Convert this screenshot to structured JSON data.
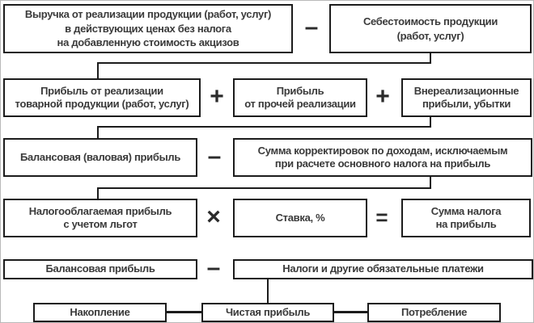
{
  "boxes": {
    "revenue": {
      "lines": [
        "Выручка от реализации продукции (работ, услуг)",
        "в действующих ценах без налога",
        "на добавленную стоимость акцизов"
      ]
    },
    "cost": {
      "lines": [
        "Себестоимость продукции",
        "(работ, услуг)"
      ]
    },
    "sales_profit": {
      "lines": [
        "Прибыль от реализации",
        "товарной продукции (работ, услуг)"
      ]
    },
    "other_profit": {
      "lines": [
        "Прибыль",
        "от прочей реализации"
      ]
    },
    "non_sales_profit": {
      "lines": [
        "Внереализационные",
        "прибыли, убытки"
      ]
    },
    "gross_profit": {
      "lines": [
        "Балансовая (валовая) прибыль"
      ]
    },
    "adjustments": {
      "lines": [
        "Сумма корректировок по доходам, исключаемым",
        "при расчете основного налога на прибыль"
      ]
    },
    "taxable_profit": {
      "lines": [
        "Налогооблагаемая прибыль",
        "с учетом льгот"
      ]
    },
    "tax_rate": {
      "lines": [
        "Ставка, %"
      ]
    },
    "tax_amount": {
      "lines": [
        "Сумма налога",
        "на прибыль"
      ]
    },
    "balance_profit": {
      "lines": [
        "Балансовая прибыль"
      ]
    },
    "taxes_payments": {
      "lines": [
        "Налоги и другие обязательные платежи"
      ]
    },
    "accumulation": {
      "lines": [
        "Накопление"
      ]
    },
    "net_profit": {
      "lines": [
        "Чистая прибыль"
      ]
    },
    "consumption": {
      "lines": [
        "Потребление"
      ]
    }
  },
  "operators": {
    "minus_row1": "–",
    "plus_row2_1": "+",
    "plus_row2_2": "+",
    "minus_row3": "–",
    "multiply_row4": "×",
    "equals_row4": "=",
    "minus_row5": "–"
  },
  "colors": {
    "box_border": "#1c1c1c",
    "text": "#3a3a3a",
    "connector": "#1c1c1c",
    "background": "#ffffff"
  }
}
